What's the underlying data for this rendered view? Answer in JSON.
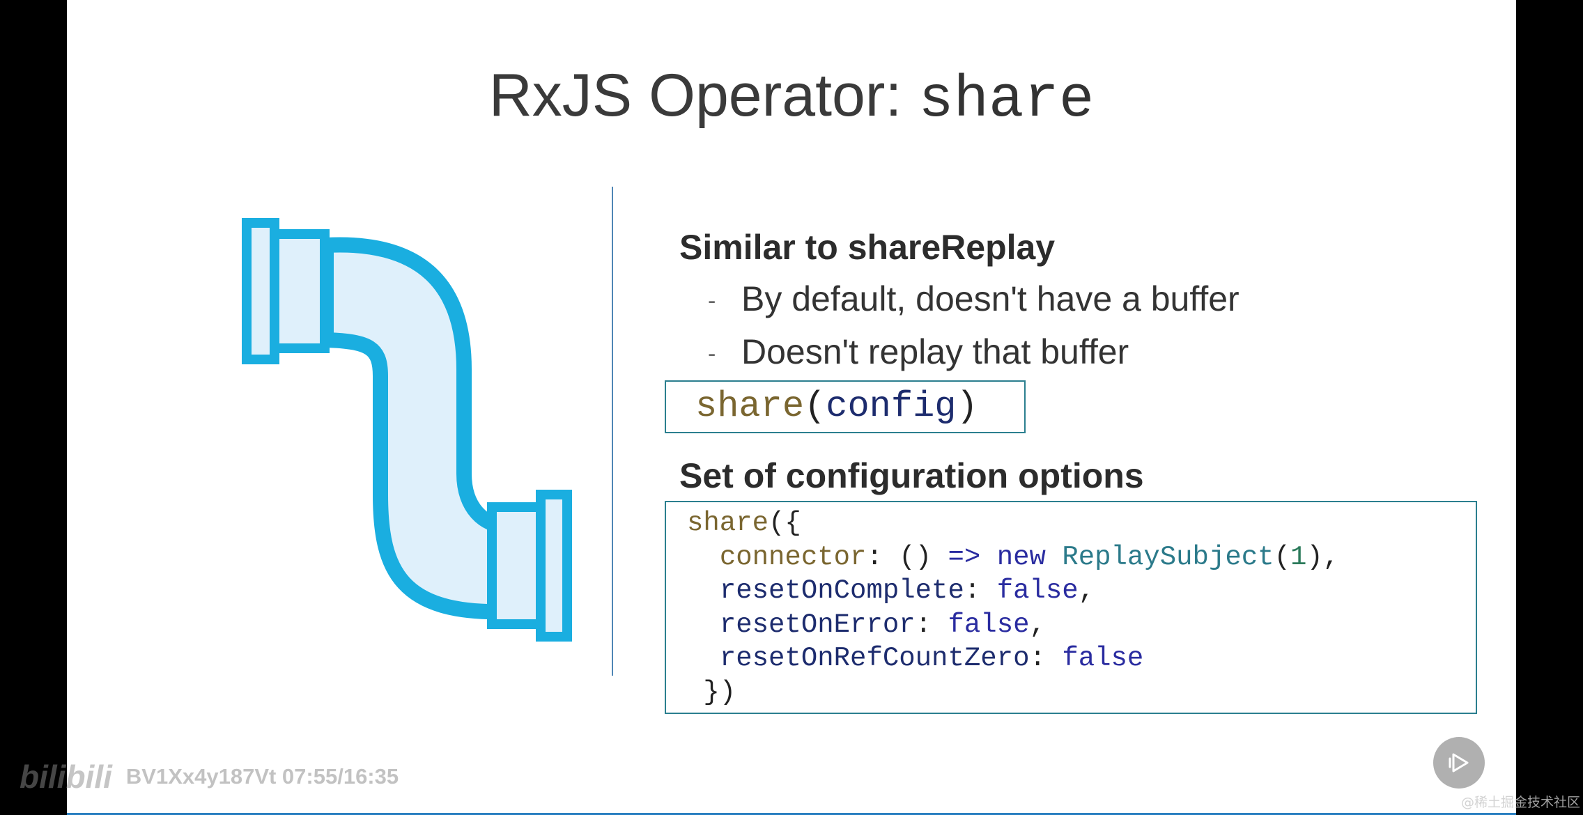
{
  "slide": {
    "title_prefix": "RxJS Operator: ",
    "title_code": "share",
    "heading_1": "Similar to shareReplay",
    "bullets": [
      "By default, doesn't have a buffer",
      "Doesn't replay that buffer"
    ],
    "bullet_marker": "-",
    "code_call": {
      "fn": "share",
      "open": "(",
      "arg": "config",
      "close": ")"
    },
    "heading_2": "Set of configuration options",
    "code_block": {
      "l1_fn": "share",
      "l1_rest": "({",
      "l2_key": "connector",
      "l2_colon": ": () ",
      "l2_arrow": "=>",
      "l2_new": " new ",
      "l2_type": "ReplaySubject",
      "l2_open": "(",
      "l2_num": "1",
      "l2_close": "),",
      "l3_key": "resetOnComplete",
      "l3_colon": ": ",
      "l3_val": "false",
      "l3_comma": ",",
      "l4_key": "resetOnError",
      "l4_colon": ": ",
      "l4_val": "false",
      "l4_comma": ",",
      "l5_key": "resetOnRefCountZero",
      "l5_colon": ": ",
      "l5_val": "false",
      "l6": "})"
    }
  },
  "overlay": {
    "logo": "bilibili",
    "video_id_time": "BV1Xx4y187Vt 07:55/16:35",
    "corner_credit": "@稀土掘金技术社区",
    "play_icon": "play-icon"
  },
  "colors": {
    "pipe_stroke": "#1aaee0",
    "pipe_fill": "#dff0fb",
    "code_border": "#2b7f8f",
    "divider": "#4e86b5"
  }
}
